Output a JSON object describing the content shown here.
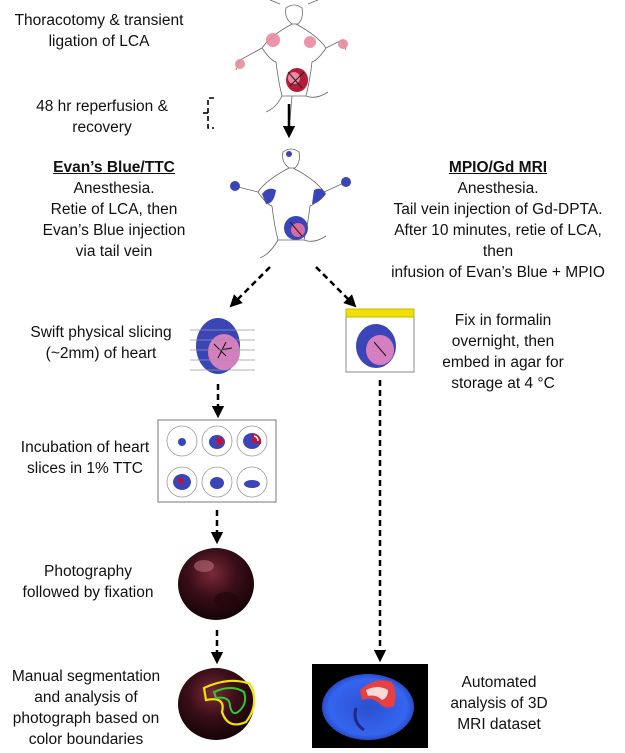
{
  "steps": {
    "thoracotomy": "Thoracotomy & transient ligation of LCA",
    "reperfusion": "48 hr reperfusion & recovery"
  },
  "left_branch": {
    "title": "Evan’s Blue/TTC",
    "desc_1": "Anesthesia.",
    "desc_2": "Retie of LCA, then",
    "desc_3": "Evan’s Blue injection",
    "desc_4": "via tail vein",
    "slicing": "Swift physical slicing (~2mm) of heart",
    "incubation": "Incubation of heart slices in 1% TTC",
    "photography": "Photography followed by fixation",
    "segmentation": "Manual segmentation and analysis of photograph based on color boundaries"
  },
  "right_branch": {
    "title": "MPIO/Gd MRI",
    "desc_1": "Anesthesia.",
    "desc_2": "Tail vein injection of Gd-DPTA.",
    "desc_3": "After 10 minutes, retie of LCA, then",
    "desc_4": "infusion of Evan’s Blue + MPIO",
    "fix": "Fix in formalin overnight, then embed in agar for storage at 4 °C",
    "automated": "Automated analysis of 3D MRI dataset"
  },
  "colors": {
    "evans_blue": "#3a46b8",
    "ttc_red": "#c8102e",
    "pale_pink": "#e98aa0",
    "agar_yellow": "#f1e000",
    "segmentation_yellow": "#f2e600",
    "mri_background": "#000000"
  }
}
